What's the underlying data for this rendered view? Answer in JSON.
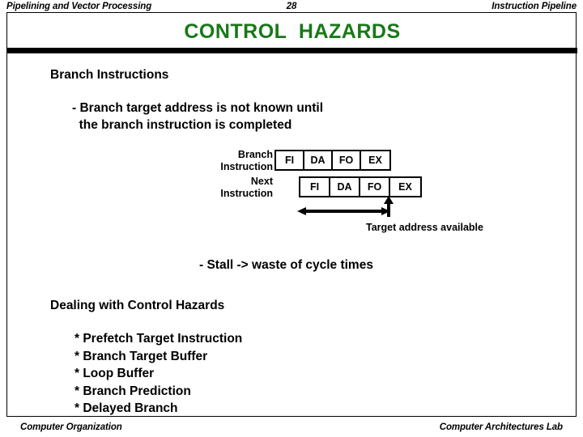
{
  "header": {
    "left": "Pipelining and Vector Processing",
    "page_number": "28",
    "right": "Instruction Pipeline"
  },
  "slide": {
    "title": "CONTROL  HAZARDS",
    "title_color": "#187818",
    "heading_branch_instructions": "Branch Instructions",
    "bullet_target_address": "- Branch target address is not known until\n  the branch instruction is completed",
    "bullet_stall": "- Stall -> waste of cycle times",
    "heading_dealing": "Dealing with Control Hazards",
    "methods": "* Prefetch Target Instruction\n* Branch Target Buffer\n* Loop Buffer\n* Branch Prediction\n* Delayed Branch"
  },
  "diagram": {
    "rows": [
      {
        "label": "Branch\nInstruction",
        "stages": [
          "FI",
          "DA",
          "FO",
          "EX"
        ]
      },
      {
        "label": "Next\nInstruction",
        "stages": [
          "FI",
          "DA",
          "FO",
          "EX"
        ]
      }
    ],
    "caption_target_address": "Target address available",
    "stall_span_icon": "double-headed-horizontal-arrow",
    "target_pointer_icon": "up-arrow"
  },
  "footer": {
    "left": "Computer Organization",
    "right": "Computer Architectures Lab"
  }
}
